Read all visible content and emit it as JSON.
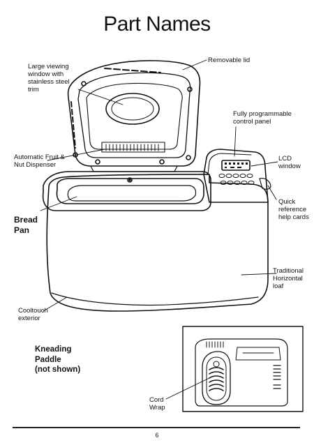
{
  "title": "Part Names",
  "labels": {
    "viewing_window": "Large viewing\nwindow with\nstainless steel\ntrim",
    "removable_lid": "Removable lid",
    "control_panel": "Fully programmable\ncontrol panel",
    "fruit_dispenser": "Automatic Fruit &\nNut Dispenser",
    "lcd_window": "LCD\nwindow",
    "bread_pan": "Bread\nPan",
    "reference_cards": "Quick\nreference\nhelp cards",
    "loaf": "Traditional\nHorizontal\nloaf",
    "exterior": "Cooltouch\nexterior",
    "kneading_paddle": "Kneading\nPaddle\n(not shown)",
    "cord_wrap": "Cord\nWrap"
  },
  "page_number": "6"
}
